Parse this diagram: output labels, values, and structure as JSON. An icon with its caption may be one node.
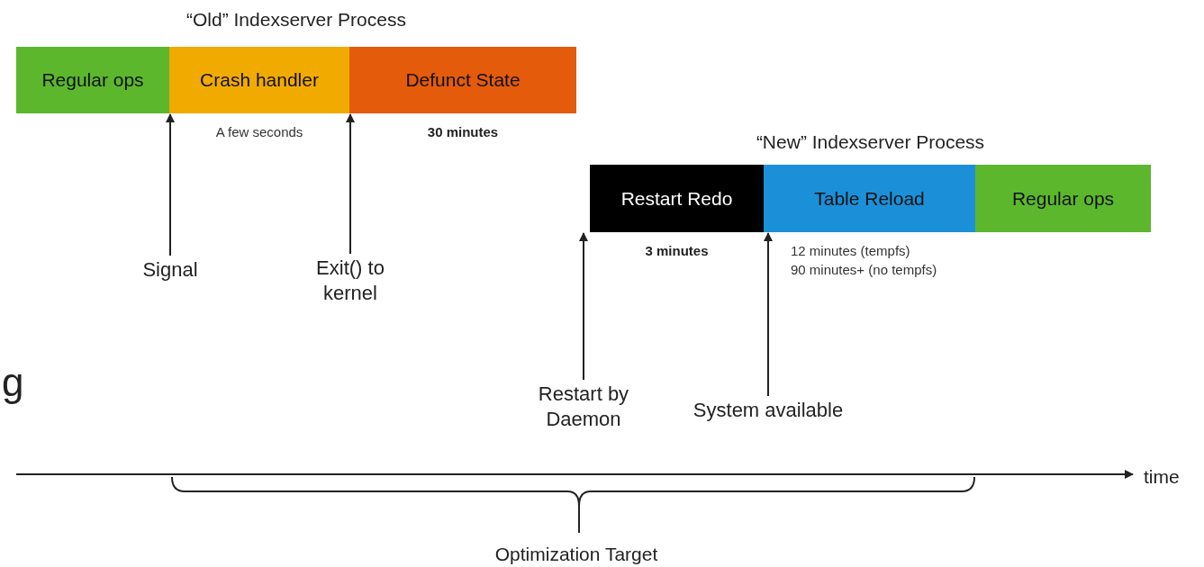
{
  "diagram": {
    "nodes": [
      {
        "text": [
          "“Old” Indexserver Process"
        ]
      },
      {
        "text": [
          "Regular ops"
        ],
        "in": 0
      },
      {
        "text": [
          "Crash handler"
        ],
        "in": 0,
        "beside": [
          "A few seconds"
        ]
      },
      {
        "text": [
          "Defunct State"
        ],
        "in": 0,
        "beside": [
          "30 minutes"
        ]
      },
      {
        "text": [
          "“New” Indexserver Process"
        ]
      },
      {
        "text": [
          "Restart Redo"
        ],
        "in": 4,
        "beside": [
          "3 minutes"
        ]
      },
      {
        "text": [
          "Table Reload"
        ],
        "in": 4,
        "beside": [
          "12 minutes (tempfs)",
          "90 minutes+ (no tempfs)"
        ]
      },
      {
        "text": [
          "Regular ops"
        ],
        "in": 4
      },
      {
        "text": [
          "Signal"
        ]
      },
      {
        "text": [
          "Exit() to kernel"
        ]
      },
      {
        "text": [
          "Restart by Daemon"
        ]
      },
      {
        "text": [
          "System available"
        ]
      }
    ],
    "edges": [
      {
        "from": 8,
        "to": 2,
        "arrow": "to"
      },
      {
        "from": 9,
        "to": 3,
        "arrow": "to"
      },
      {
        "from": 10,
        "to": 5,
        "arrow": "to"
      },
      {
        "from": 11,
        "to": 6,
        "arrow": "to"
      }
    ],
    "labels": [
      "g",
      "time",
      "Optimization Target"
    ]
  }
}
